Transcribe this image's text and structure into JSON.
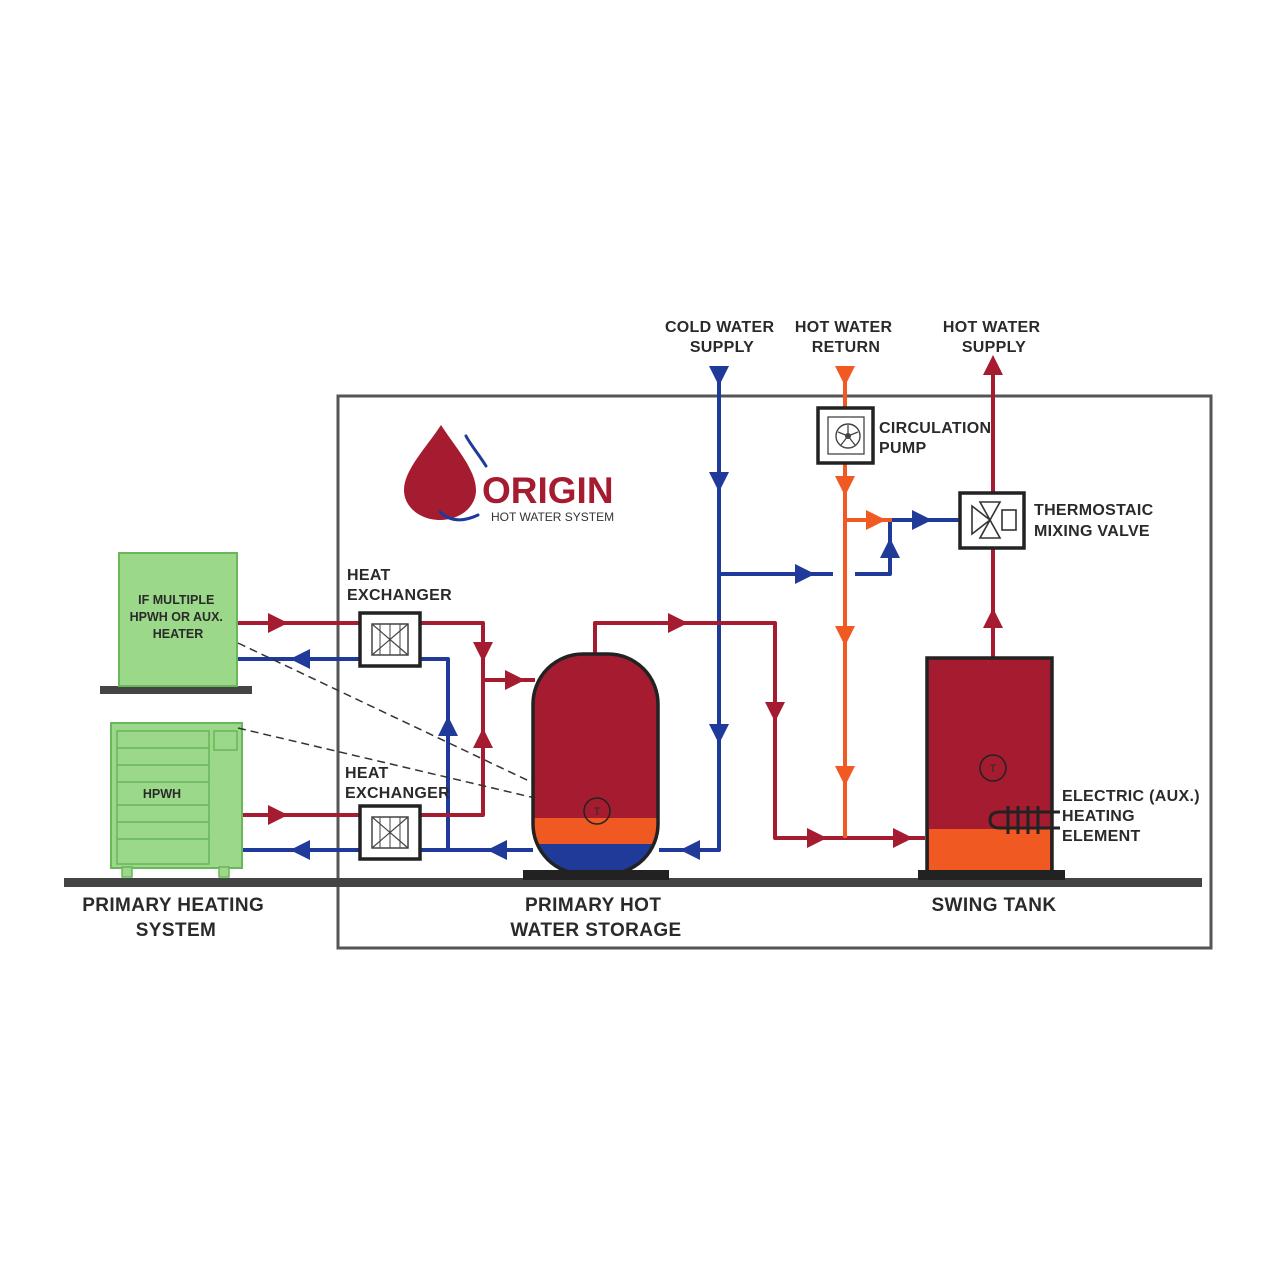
{
  "brand": {
    "name": "ORIGIN",
    "tagline": "HOT WATER SYSTEM",
    "colors": {
      "red": "#a51c30",
      "navy": "#1f3a99"
    }
  },
  "colors": {
    "hot_pipe": "#a51c30",
    "cold_pipe": "#1f3a99",
    "return_pipe": "#f05a22",
    "tank_hot": "#a51c30",
    "tank_warm": "#f05a22",
    "tank_cold": "#1f3a99",
    "equipment": "#9bd88a",
    "frame": "#555555",
    "ground": "#444444"
  },
  "labels": {
    "cold_water_supply": [
      "COLD WATER",
      "SUPPLY"
    ],
    "hot_water_return": [
      "HOT WATER",
      "RETURN"
    ],
    "hot_water_supply": [
      "HOT WATER",
      "SUPPLY"
    ],
    "circulation_pump": [
      "CIRCULATION",
      "PUMP"
    ],
    "thermostatic_mixing_valve": [
      "THERMOSTAIC",
      "MIXING VALVE"
    ],
    "heat_exchanger_top": [
      "HEAT",
      "EXCHANGER"
    ],
    "heat_exchanger_bottom": [
      "HEAT",
      "EXCHANGER"
    ],
    "aux_heater": [
      "IF MULTIPLE",
      "HPWH OR AUX.",
      "HEATER"
    ],
    "hpwh": "HPWH",
    "electric_heating_element": [
      "ELECTRIC (AUX.)",
      "HEATING",
      "ELEMENT"
    ],
    "primary_heating_system": [
      "PRIMARY HEATING",
      "SYSTEM"
    ],
    "primary_hot_water_storage": [
      "PRIMARY HOT",
      "WATER STORAGE"
    ],
    "swing_tank": "SWING TANK",
    "thermostat_symbol": "T"
  },
  "icons": {
    "pump": "circulation-pump-icon",
    "valve": "mixing-valve-icon",
    "exchanger": "heat-exchanger-icon",
    "logo": "water-drop-icon",
    "heater": "heating-element-icon",
    "arrow": "flow-arrow-icon"
  }
}
